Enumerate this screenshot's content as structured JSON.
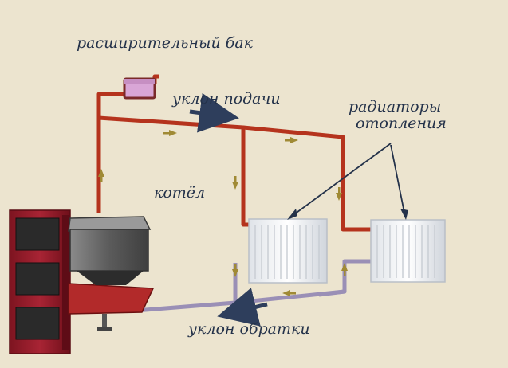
{
  "labels": {
    "expansion_tank": "расширительный бак",
    "supply_slope": "уклон подачи",
    "radiators_line1": "радиаторы",
    "radiators_line2": "отопления",
    "boiler": "котёл",
    "return_slope": "уклон обратки"
  },
  "colors": {
    "background": "#ece4cf",
    "supply_pipe": "#b5331d",
    "return_pipe": "#9a8fb6",
    "flow_arrow": "#a08a35",
    "slope_arrow": "#2e3e5c",
    "label_text": "#24324a",
    "tank_fill": "#d9a6d6",
    "boiler_body": "#9b1d2a",
    "boiler_door": "#2a2a2a",
    "hopper": "#6f6f6f",
    "radiator": "#f4f6f8"
  }
}
